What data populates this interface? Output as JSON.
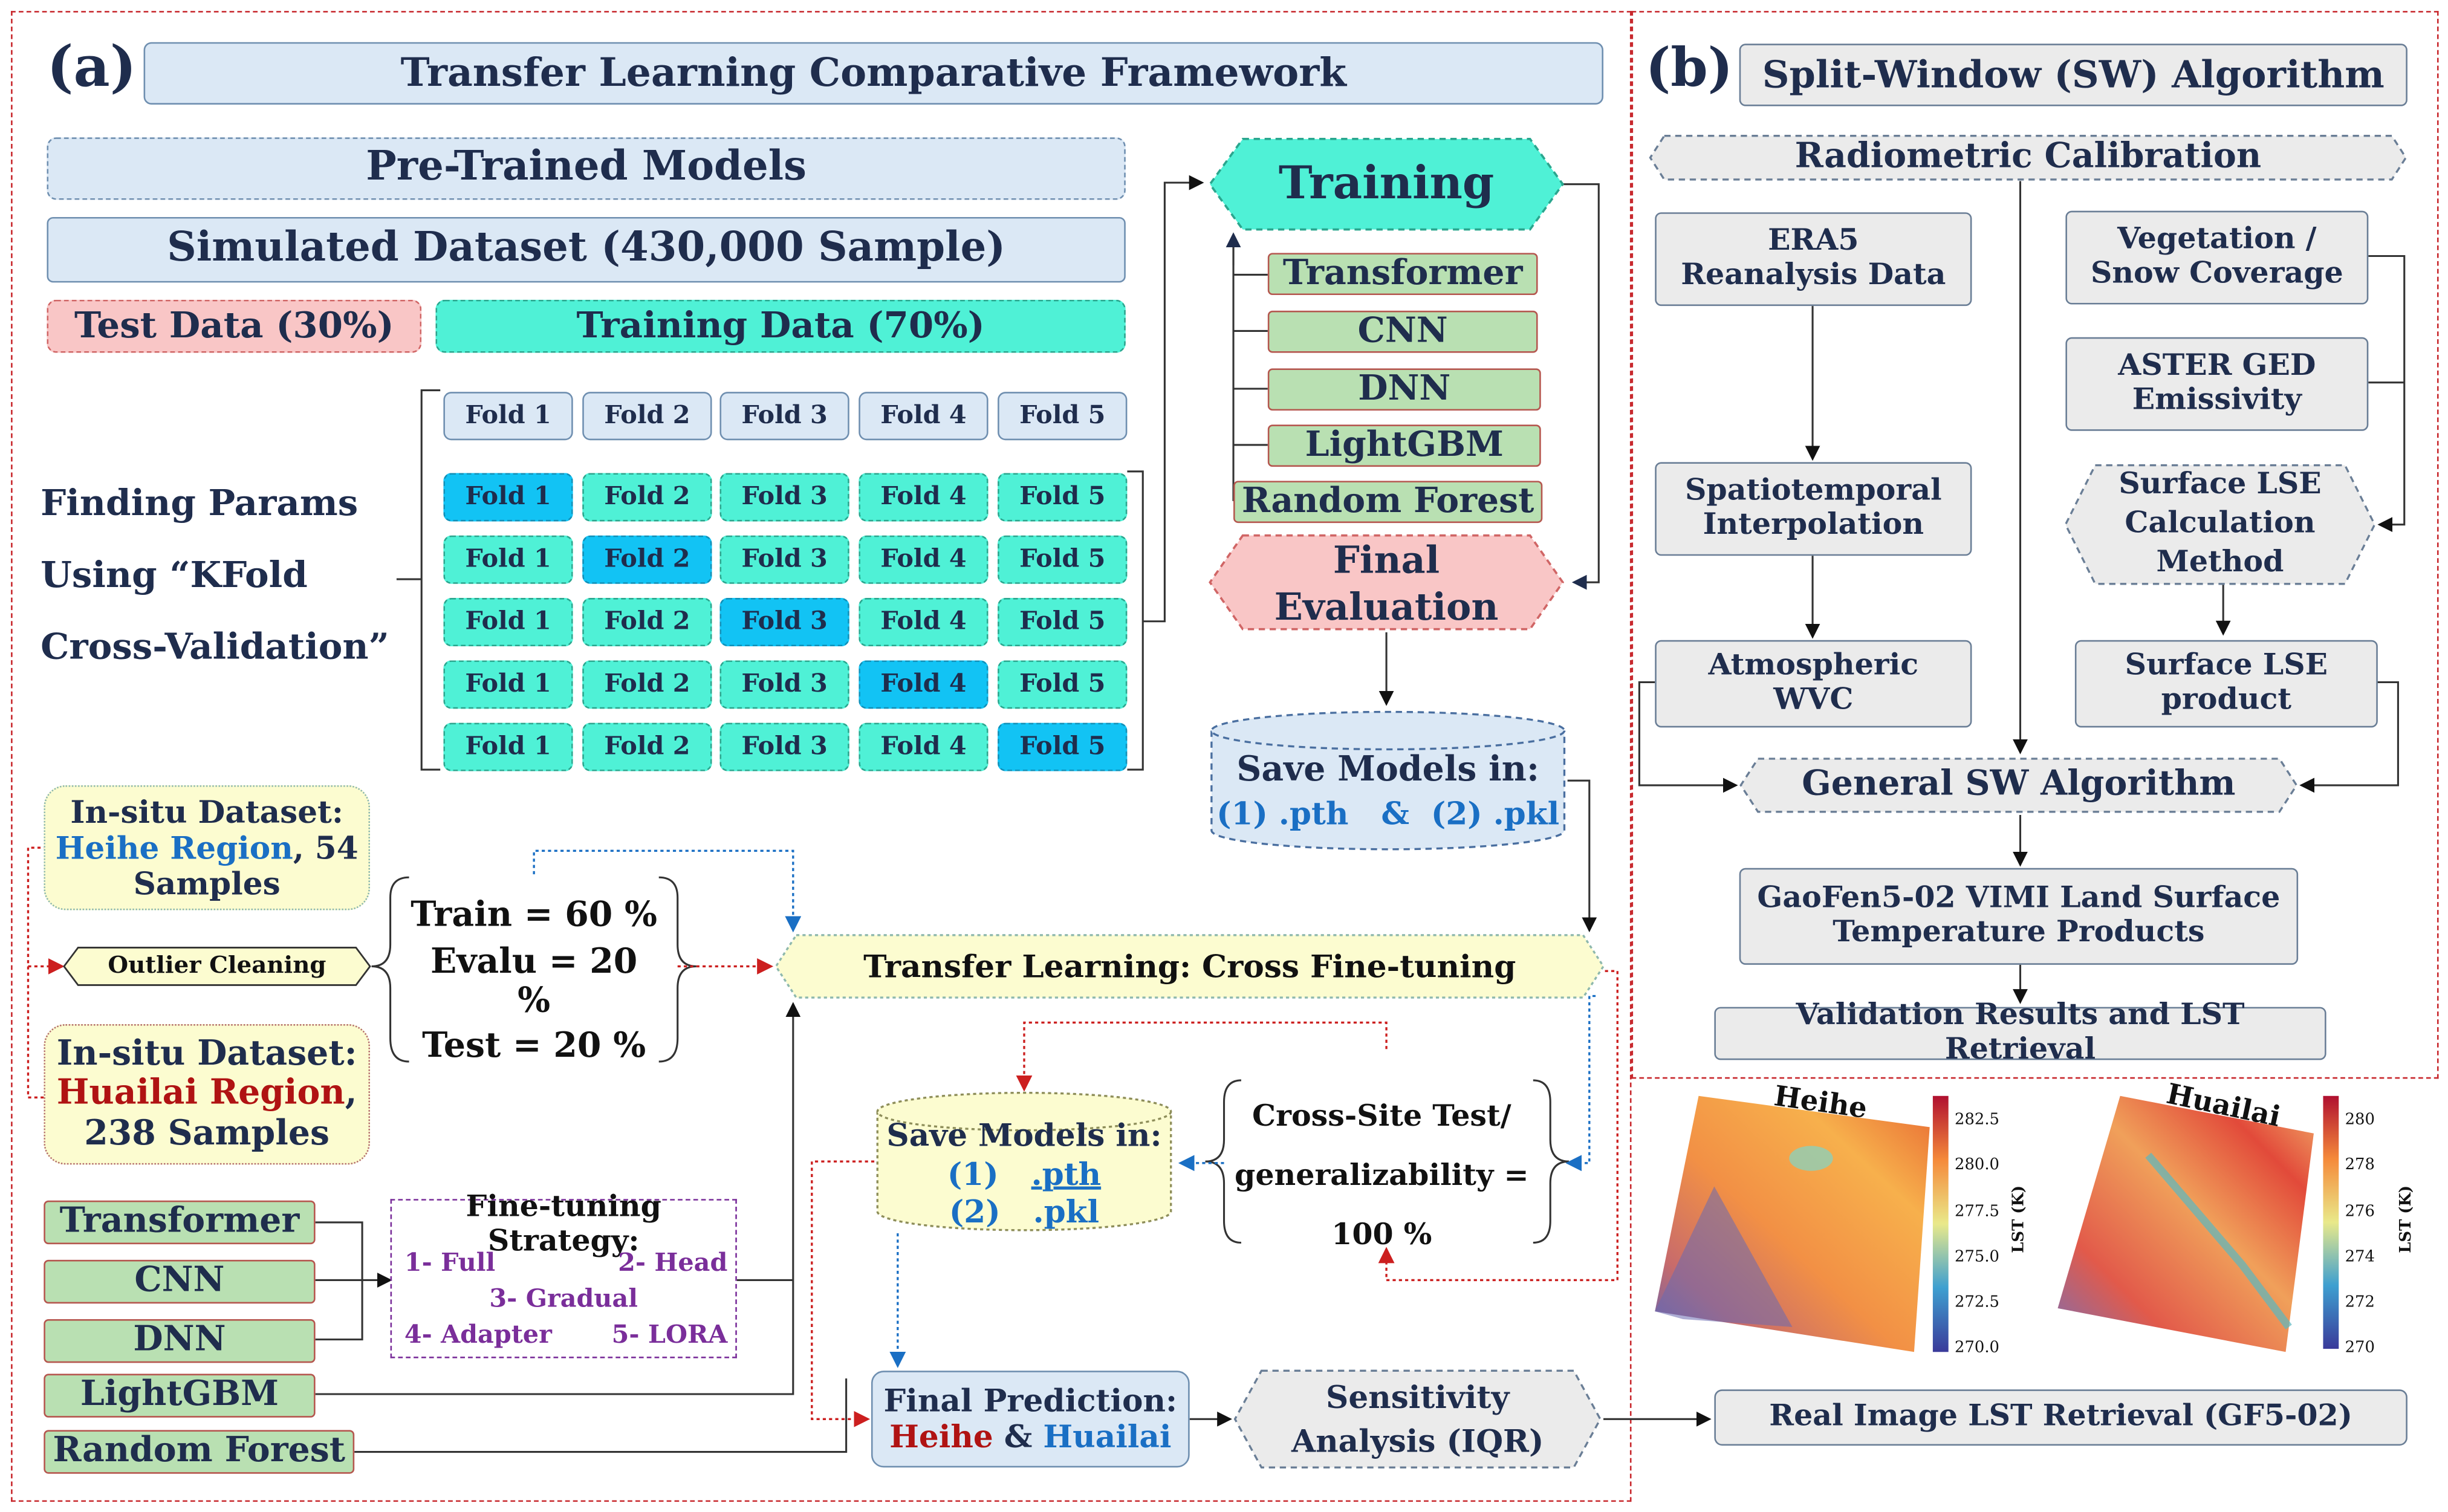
{
  "panel_a": {
    "letter": "(a)",
    "title": "Transfer Learning Comparative Framework",
    "pretrained": "Pre-Trained Models",
    "simulated": "Simulated Dataset (430,000 Sample)",
    "test_data": "Test Data (30%)",
    "training_data": "Training Data (70%)",
    "folds": [
      "Fold 1",
      "Fold 2",
      "Fold 3",
      "Fold 4",
      "Fold 5"
    ],
    "kfold_label": [
      "Finding Params",
      "Using “KFold",
      "Cross-Validation”"
    ],
    "training": "Training",
    "models": [
      "Transformer",
      "CNN",
      "DNN",
      "LightGBM",
      "Random Forest"
    ],
    "final_evaluation": [
      "Final",
      "Evaluation"
    ],
    "save_models_top": {
      "title": "Save Models in:",
      "line": "(1) .pth   &  (2) .pkl"
    },
    "insitu_heihe": {
      "title": "In-situ Dataset:",
      "region": "Heihe Region",
      "rest": ", 54",
      "samples": "Samples"
    },
    "outlier": "Outlier Cleaning",
    "insitu_huailai": {
      "title": "In-situ Dataset:",
      "region": "Huailai Region",
      "rest": ",",
      "samples": "238 Samples"
    },
    "splits": [
      "Train = 60 %",
      "Evalu = 20 %",
      "Test = 20 %"
    ],
    "transfer": "Transfer Learning: Cross Fine-tuning",
    "save_models_mid": {
      "title": "Save Models in:",
      "l1a": "(1)",
      "l1b": ".pth",
      "l2a": "(2)",
      "l2b": ".pkl"
    },
    "cross_site": [
      "Cross-Site Test/",
      "generalizability =",
      "100 %"
    ],
    "finetune": {
      "title": "Fine-tuning Strategy:",
      "s1": "1- Full",
      "s2": "2- Head",
      "s3": "3- Gradual",
      "s4": "4- Adapter",
      "s5": "5- LORA"
    },
    "final_prediction": {
      "title": "Final Prediction:",
      "heihe": "Heihe",
      "amp": "&",
      "huailai": "Huailai"
    },
    "sensitivity": [
      "Sensitivity",
      "Analysis (IQR)"
    ],
    "real_image": "Real Image LST Retrieval (GF5-02)"
  },
  "panel_b": {
    "letter": "(b)",
    "title": "Split-Window (SW) Algorithm",
    "radiometric": "Radiometric Calibration",
    "era5": [
      "ERA5",
      "Reanalysis Data"
    ],
    "vegetation": [
      "Vegetation /",
      "Snow Coverage"
    ],
    "aster": [
      "ASTER GED",
      "Emissivity"
    ],
    "spatio": [
      "Spatiotemporal",
      "Interpolation"
    ],
    "surface_lse_calc": [
      "Surface LSE",
      "Calculation",
      "Method"
    ],
    "atmos": [
      "Atmospheric",
      "WVC"
    ],
    "surface_lse_prod": [
      "Surface LSE",
      "product"
    ],
    "general_sw": "General SW Algorithm",
    "gaofen": [
      "GaoFen5-02 VIMI Land Surface",
      "Temperature Products"
    ],
    "validation": "Validation Results and LST Retrieval"
  },
  "maps": {
    "heihe": {
      "label": "Heihe",
      "ticks": [
        "282.5",
        "280.0",
        "277.5",
        "275.0",
        "272.5",
        "270.0"
      ],
      "axis": "LST (K)"
    },
    "huailai": {
      "label": "Huailai",
      "ticks": [
        "280",
        "278",
        "276",
        "274",
        "272",
        "270"
      ],
      "axis": "LST (K)"
    }
  },
  "colors": {
    "navy": "#1f2d4d",
    "red_dashed": "#c8282d",
    "heihe_blue": "#1a6fc4",
    "huailai_red": "#b01313",
    "purple": "#7a2e9a"
  }
}
